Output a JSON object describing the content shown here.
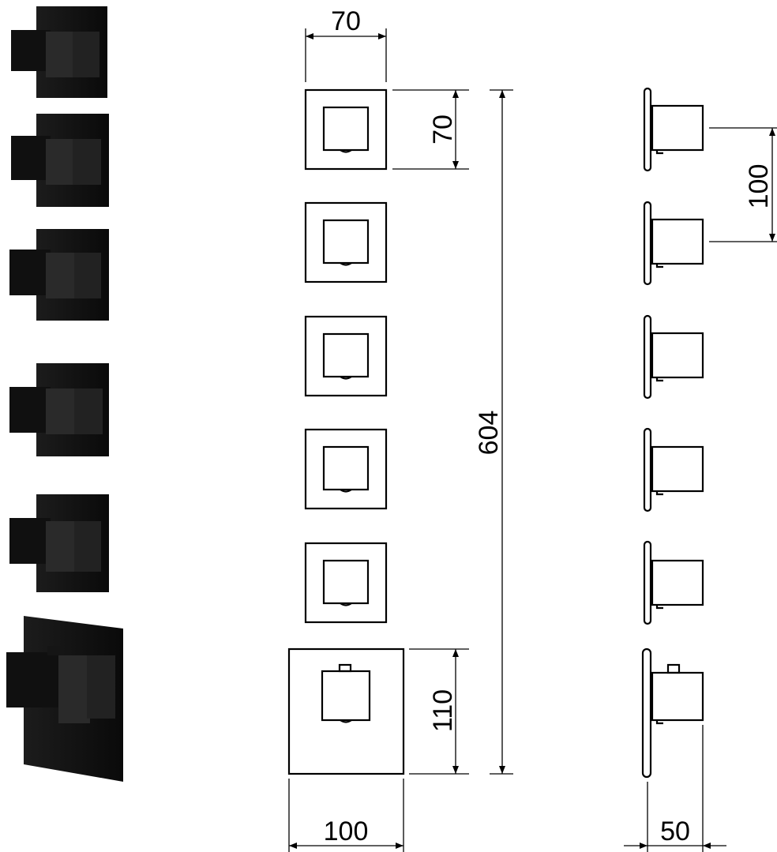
{
  "diagram": {
    "product_photos": [
      {
        "name": "valve-control-1"
      },
      {
        "name": "valve-control-2"
      },
      {
        "name": "valve-control-3"
      },
      {
        "name": "valve-control-4"
      },
      {
        "name": "valve-control-5"
      },
      {
        "name": "thermostatic-control"
      }
    ],
    "dimensions": {
      "small_plate_width": "70",
      "small_plate_height": "70",
      "total_height": "604",
      "large_plate_height": "110",
      "large_plate_width": "100",
      "module_spacing": "100",
      "depth": "50"
    },
    "colors": {
      "line": "#000000",
      "product": "#141414",
      "background": "#ffffff"
    }
  }
}
